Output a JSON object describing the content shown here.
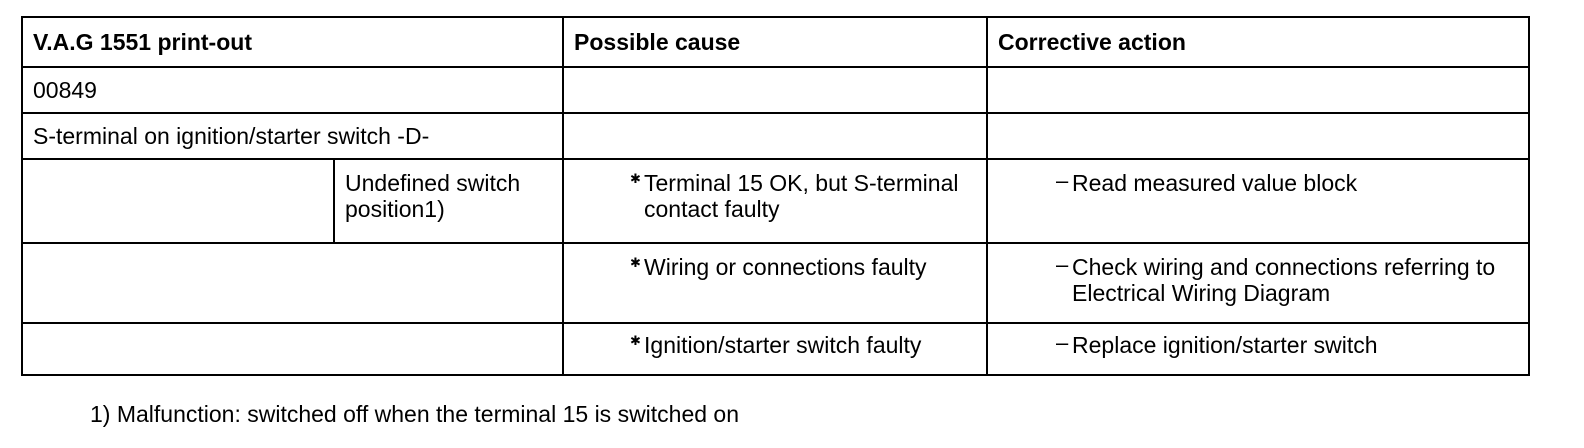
{
  "table": {
    "headers": {
      "printout": "V.A.G 1551 print-out",
      "cause": "Possible cause",
      "action": "Corrective action"
    },
    "fault_code": "00849",
    "component": "S-terminal on ignition/starter switch -D-",
    "rows": [
      {
        "condition": "Undefined switch position1)",
        "cause": "Terminal 15 OK, but S-terminal contact faulty",
        "action": "Read measured value block"
      },
      {
        "condition": "",
        "cause": "Wiring or connections faulty",
        "action": "Check wiring and connections referring to Electrical Wiring Diagram"
      },
      {
        "condition": "",
        "cause": "Ignition/starter switch faulty",
        "action": "Replace ignition/starter switch"
      }
    ],
    "bullet_icon": "star-bullet-icon",
    "dash_icon": "dash-icon"
  },
  "footnote": "1) Malfunction: switched off when the terminal 15 is switched on"
}
